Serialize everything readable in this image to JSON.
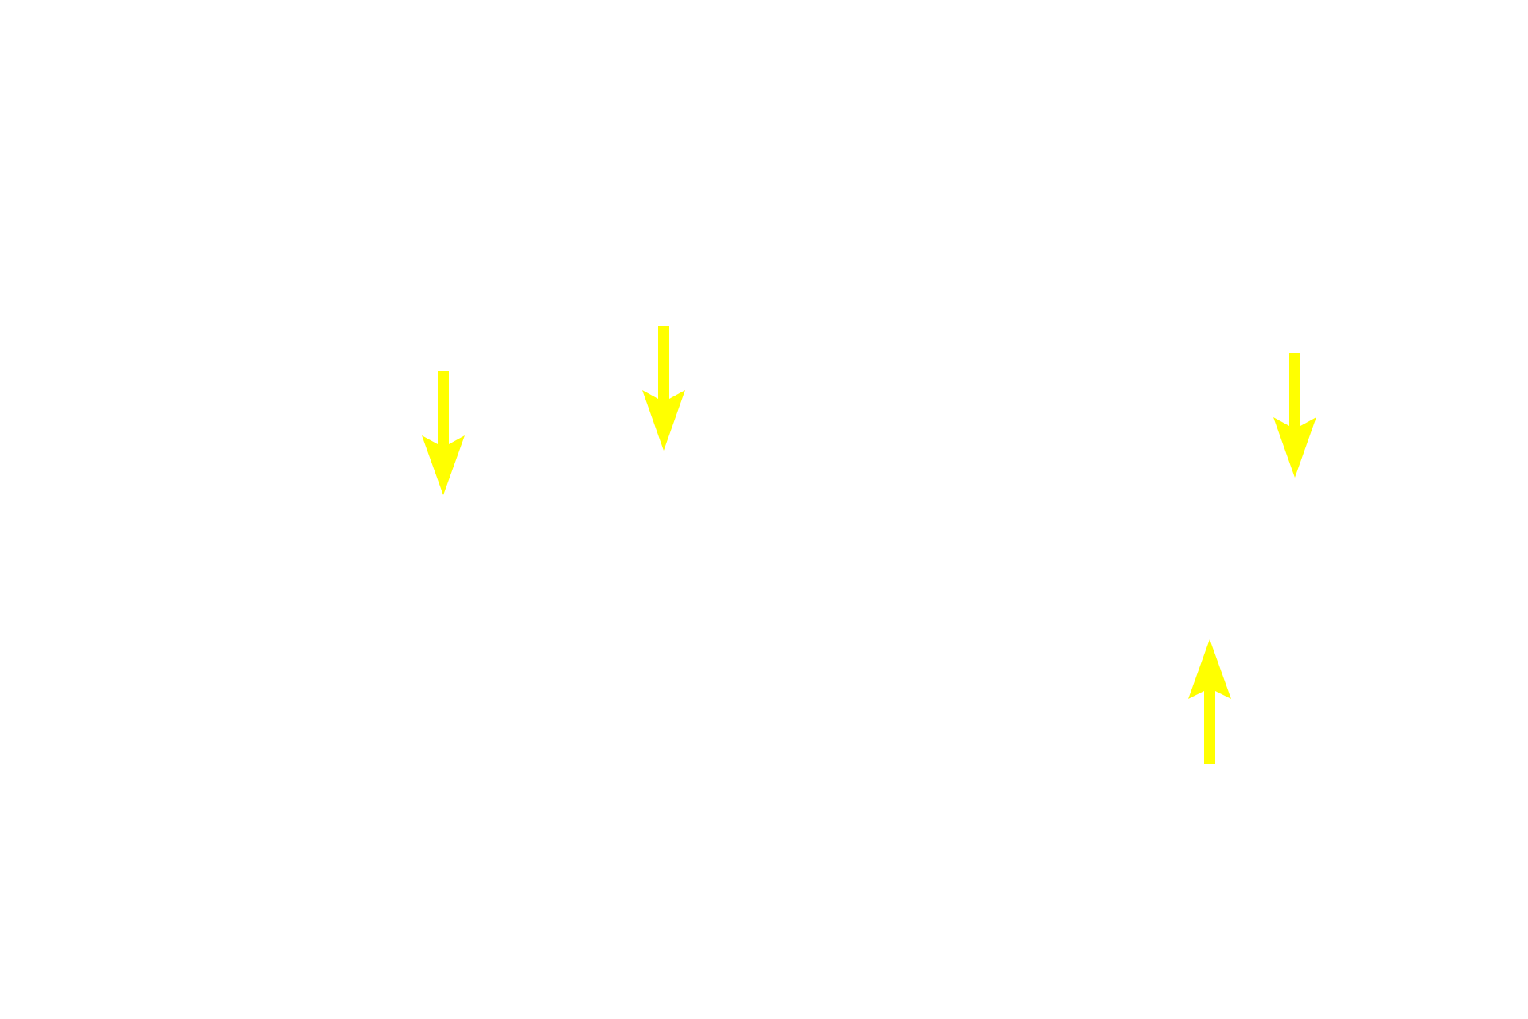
{
  "background_color": "#ffffff",
  "arrows": [
    {
      "icon": "arrow-down-icon",
      "direction": "down",
      "color": "#ffff00"
    },
    {
      "icon": "arrow-down-icon",
      "direction": "down",
      "color": "#ffff00"
    },
    {
      "icon": "arrow-down-icon",
      "direction": "down",
      "color": "#ffff00"
    },
    {
      "icon": "arrow-up-icon",
      "direction": "up",
      "color": "#ffff00"
    }
  ]
}
